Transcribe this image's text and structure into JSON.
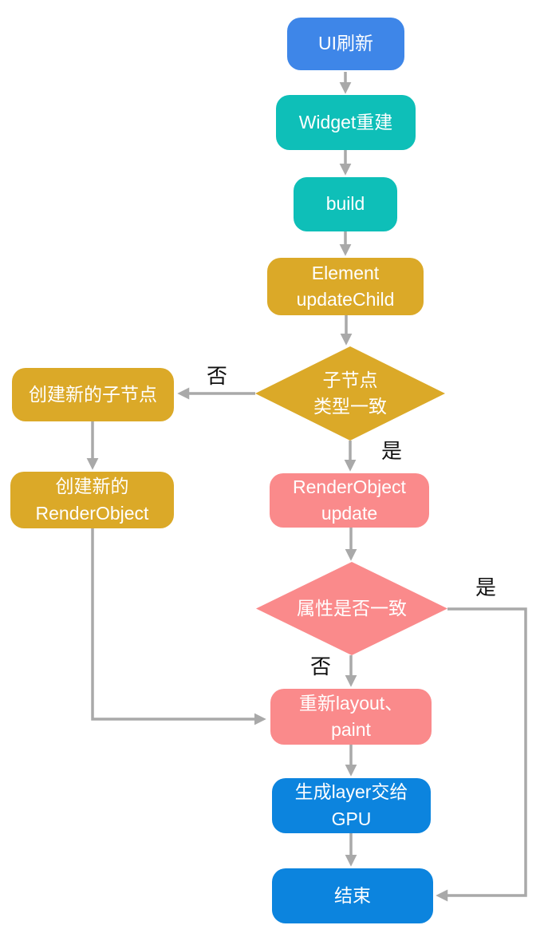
{
  "diagram": {
    "type": "flowchart",
    "colors": {
      "blue_light": "#3E86E8",
      "teal": "#0EBFB8",
      "gold": "#DBA928",
      "pink": "#FA8A8B",
      "blue_dark": "#0C84DE",
      "arrow": "#A9A9A9",
      "node_text": "#FFFFFF",
      "edge_label_text": "#111111",
      "background": "#FFFFFF"
    },
    "nodes": [
      {
        "id": "ui-refresh",
        "shape": "rounded-rect",
        "color": "blue_light",
        "label": "UI刷新"
      },
      {
        "id": "widget-rebuild",
        "shape": "rounded-rect",
        "color": "teal",
        "label": "Widget重建"
      },
      {
        "id": "build",
        "shape": "rounded-rect",
        "color": "teal",
        "label": "build"
      },
      {
        "id": "element-updatechild",
        "shape": "rounded-rect",
        "color": "gold",
        "label": "Element\nupdateChild"
      },
      {
        "id": "decision-child-type",
        "shape": "diamond",
        "color": "gold",
        "label": "子节点\n类型一致"
      },
      {
        "id": "create-child-node",
        "shape": "rounded-rect",
        "color": "gold",
        "label": "创建新的子节点"
      },
      {
        "id": "create-renderobject",
        "shape": "rounded-rect",
        "color": "gold",
        "label": "创建新的\nRenderObject"
      },
      {
        "id": "renderobject-update",
        "shape": "rounded-rect",
        "color": "pink",
        "label": "RenderObject\nupdate"
      },
      {
        "id": "decision-props-match",
        "shape": "diamond",
        "color": "pink",
        "label": "属性是否一致"
      },
      {
        "id": "relayout-paint",
        "shape": "rounded-rect",
        "color": "pink",
        "label": "重新layout、\npaint"
      },
      {
        "id": "generate-layer-gpu",
        "shape": "rounded-rect",
        "color": "blue_dark",
        "label": "生成layer交给\nGPU"
      },
      {
        "id": "end",
        "shape": "rounded-rect",
        "color": "blue_dark",
        "label": "结束"
      }
    ],
    "edges": [
      {
        "from": "ui-refresh",
        "to": "widget-rebuild",
        "label": ""
      },
      {
        "from": "widget-rebuild",
        "to": "build",
        "label": ""
      },
      {
        "from": "build",
        "to": "element-updatechild",
        "label": ""
      },
      {
        "from": "element-updatechild",
        "to": "decision-child-type",
        "label": ""
      },
      {
        "from": "decision-child-type",
        "to": "create-child-node",
        "label": "否"
      },
      {
        "from": "decision-child-type",
        "to": "renderobject-update",
        "label": "是"
      },
      {
        "from": "create-child-node",
        "to": "create-renderobject",
        "label": ""
      },
      {
        "from": "create-renderobject",
        "to": "relayout-paint",
        "label": ""
      },
      {
        "from": "renderobject-update",
        "to": "decision-props-match",
        "label": ""
      },
      {
        "from": "decision-props-match",
        "to": "relayout-paint",
        "label": "否"
      },
      {
        "from": "decision-props-match",
        "to": "end",
        "label": "是"
      },
      {
        "from": "relayout-paint",
        "to": "generate-layer-gpu",
        "label": ""
      },
      {
        "from": "generate-layer-gpu",
        "to": "end",
        "label": ""
      }
    ],
    "edge_labels": {
      "decision1_no": "否",
      "decision1_yes": "是",
      "decision2_no": "否",
      "decision2_yes": "是"
    }
  }
}
